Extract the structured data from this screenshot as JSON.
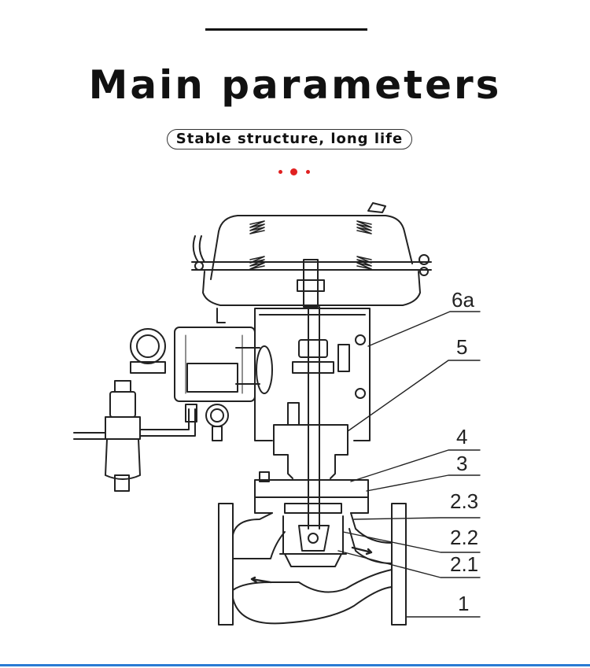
{
  "header": {
    "title": "Main parameters",
    "subtitle": "Stable structure, long life"
  },
  "diagram": {
    "callouts": [
      "6a",
      "5",
      "4",
      "3",
      "2.3",
      "2.2",
      "2.1",
      "1"
    ]
  },
  "colors": {
    "accent_dots": "#e02020",
    "bottom_rule": "#2a7bd4"
  }
}
